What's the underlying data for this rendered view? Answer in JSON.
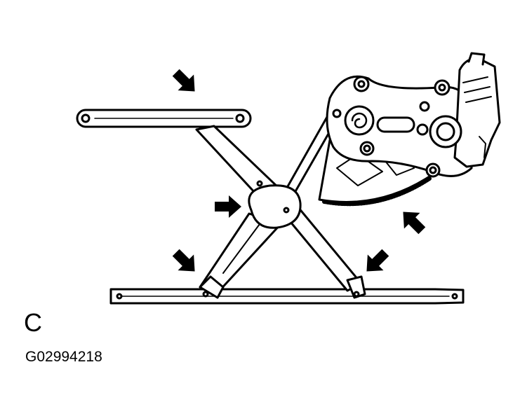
{
  "diagram": {
    "view_label": "C",
    "figure_code": "G02994218",
    "colors": {
      "ink": "#000000",
      "paper": "#ffffff"
    },
    "arrow_count": 5,
    "icons": [
      "arrow-icon"
    ]
  }
}
